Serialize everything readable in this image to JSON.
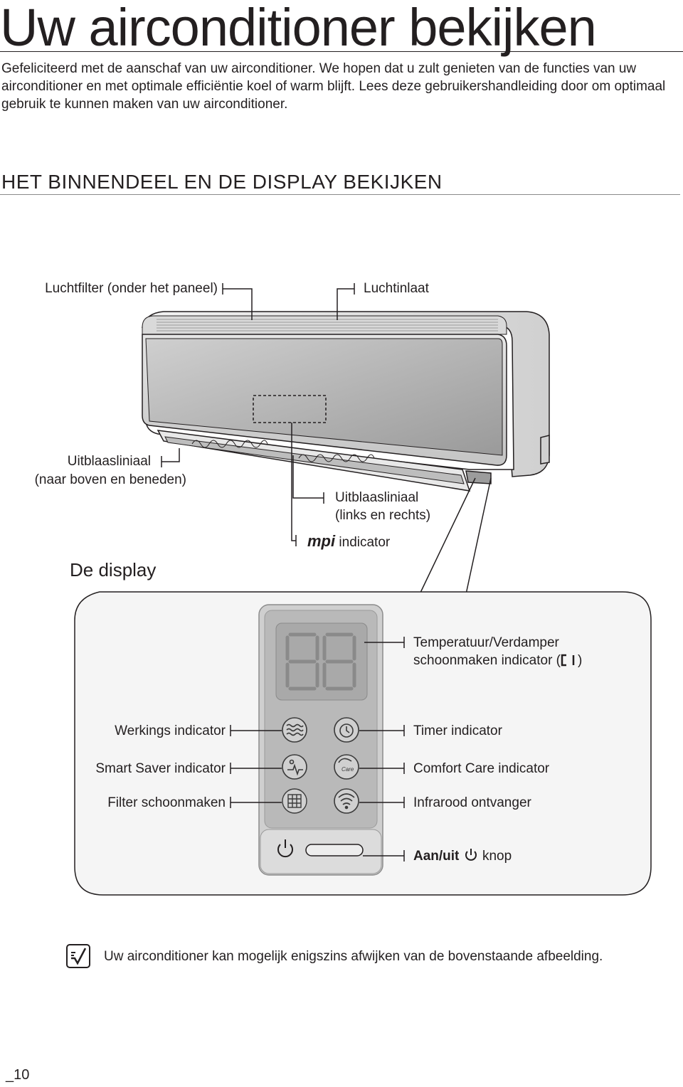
{
  "page": {
    "title": "Uw airconditioner bekijken",
    "intro": "Gefeliciteerd met de aanschaf van uw airconditioner. We hopen dat u zult genieten van de functies van uw airconditioner en met optimale efficiëntie koel of warm blijft. Lees deze gebruikershandleiding door om optimaal gebruik te kunnen maken van uw airconditioner.",
    "section_heading": "HET BINNENDEEL EN DE DISPLAY BEKIJKEN",
    "page_number": "_10"
  },
  "unit_labels": {
    "air_filter": "Luchtfilter (onder het paneel)",
    "air_inlet": "Luchtinlaat",
    "louver_updown_line1": "Uitblaasliniaal",
    "louver_updown_line2": "(naar boven en beneden)",
    "louver_leftright_line1": "Uitblaasliniaal",
    "louver_leftright_line2": "(links en rechts)",
    "mpi_logo": "mpi",
    "mpi_suffix": "indicator"
  },
  "display": {
    "title": "De display",
    "temperature_line1": "Temperatuur/Verdamper",
    "temperature_line2_prefix": "schoonmaken indicator (",
    "temperature_line2_suffix": ")",
    "operation": "Werkings indicator",
    "smart_saver": "Smart Saver indicator",
    "filter_clean": "Filter schoonmaken",
    "timer": "Timer indicator",
    "comfort_care": "Comfort Care indicator",
    "infrared": "Infrarood ontvanger",
    "power_bold": "Aan/uit",
    "power_suffix": "knop",
    "care_icon_text": "Care"
  },
  "note": {
    "text": "Uw airconditioner kan mogelijk enigszins afwijken van de bovenstaande afbeelding."
  },
  "colors": {
    "text": "#231f20",
    "unit_gray": "#d8d8d8",
    "panel_gray": "#c9c9c9",
    "callout_bg": "#f4f4f4"
  },
  "icons": [
    "power-icon",
    "wave-icon",
    "timer-icon",
    "smart-saver-icon",
    "comfort-care-icon",
    "filter-icon",
    "wifi-icon",
    "note-icon"
  ]
}
